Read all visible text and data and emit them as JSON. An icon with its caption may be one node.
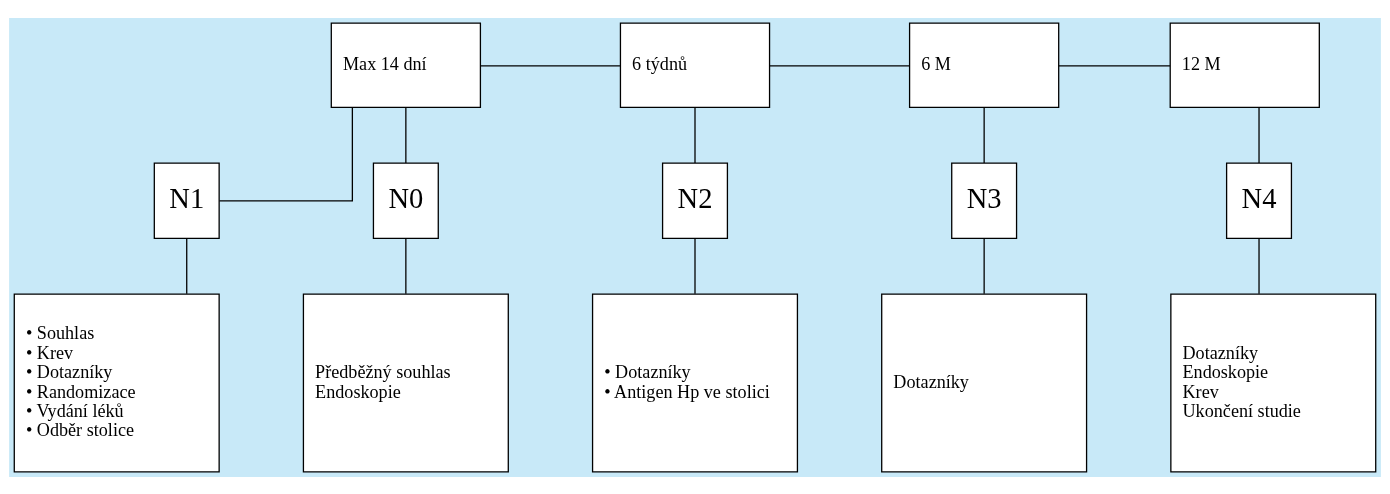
{
  "diagram": {
    "nodes": [
      {
        "text": [
          "Max 14 dní"
        ]
      },
      {
        "text": [
          "6 týdnů"
        ]
      },
      {
        "text": [
          "6 M"
        ]
      },
      {
        "text": [
          "12 M"
        ]
      },
      {
        "text": [
          "N0"
        ]
      },
      {
        "text": [
          "N1"
        ]
      },
      {
        "text": [
          "N2"
        ]
      },
      {
        "text": [
          "N3"
        ]
      },
      {
        "text": [
          "N4"
        ]
      },
      {
        "text": [
          "Předběžný souhlas",
          "Endoskopie"
        ]
      },
      {
        "text": [
          "• Souhlas",
          "• Krev",
          "• Dotazníky",
          "• Randomizace",
          "• Vydání léků",
          "• Odběr stolice"
        ]
      },
      {
        "text": [
          "• Dotazníky",
          "• Antigen Hp ve stolici"
        ]
      },
      {
        "text": [
          "Dotazníky"
        ]
      },
      {
        "text": [
          "Dotazníky",
          "Endoskopie",
          "Krev",
          "Ukončení studie"
        ]
      }
    ],
    "edges": [
      {
        "from": 4,
        "to": 0,
        "arrow": "none"
      },
      {
        "from": 0,
        "to": 1,
        "arrow": "none"
      },
      {
        "from": 0,
        "to": 5,
        "arrow": "none"
      },
      {
        "from": 1,
        "to": 2,
        "arrow": "none"
      },
      {
        "from": 2,
        "to": 3,
        "arrow": "none"
      },
      {
        "from": 1,
        "to": 6,
        "arrow": "none"
      },
      {
        "from": 2,
        "to": 7,
        "arrow": "none"
      },
      {
        "from": 3,
        "to": 8,
        "arrow": "none"
      },
      {
        "from": 4,
        "to": 9,
        "arrow": "none"
      },
      {
        "from": 5,
        "to": 10,
        "arrow": "none"
      },
      {
        "from": 6,
        "to": 11,
        "arrow": "none"
      },
      {
        "from": 7,
        "to": 12,
        "arrow": "none"
      },
      {
        "from": 8,
        "to": 13,
        "arrow": "none"
      }
    ]
  }
}
